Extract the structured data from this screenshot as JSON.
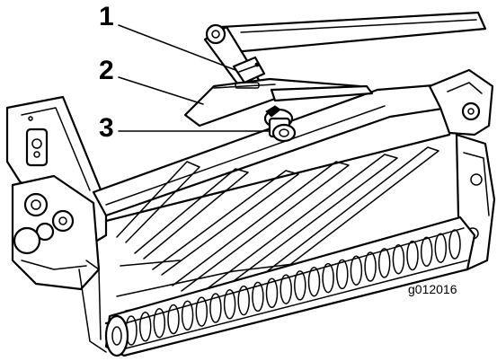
{
  "figure": {
    "callouts": [
      {
        "id": "1",
        "label": "1"
      },
      {
        "id": "2",
        "label": "2"
      },
      {
        "id": "3",
        "label": "3"
      }
    ],
    "graphic_code": "g012016",
    "colors": {
      "ink": "#000000",
      "paper": "#ffffff"
    }
  }
}
